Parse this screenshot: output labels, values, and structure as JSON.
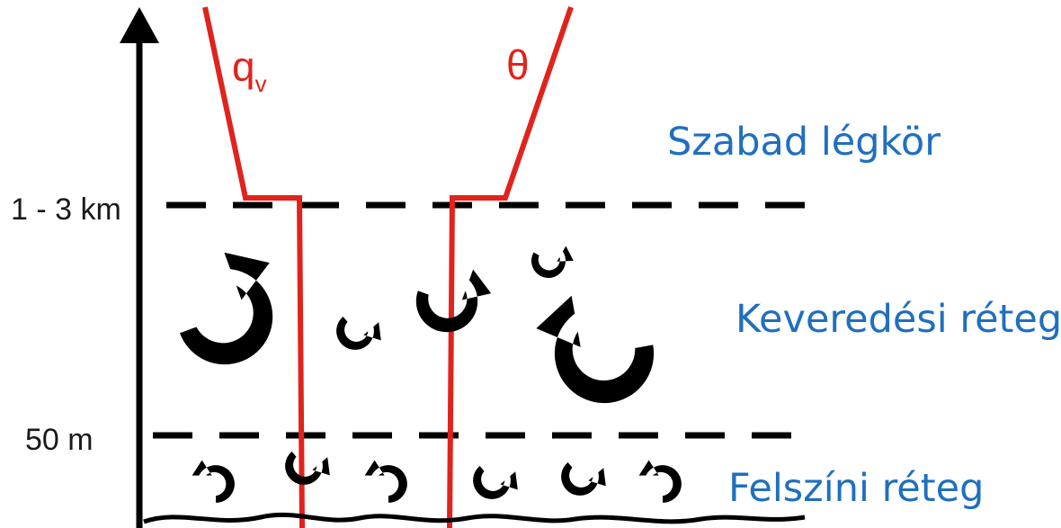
{
  "profiles": {
    "moisture_label": "q",
    "moisture_subscript": "v",
    "theta_label": "θ",
    "line_color": "#e0231c"
  },
  "altitude_labels": {
    "top": "1 - 3 km",
    "bottom": "50 m"
  },
  "layers": {
    "free_atmosphere": "Szabad légkör",
    "mixed_layer": "Keveredési réteg",
    "surface_layer": "Felszíni réteg"
  },
  "colors": {
    "layer_text": "#1f6fbf",
    "eddy_fill": "#22b7ec",
    "axis": "#000000"
  },
  "icons": {
    "eddy": "circular-arrow-icon"
  }
}
